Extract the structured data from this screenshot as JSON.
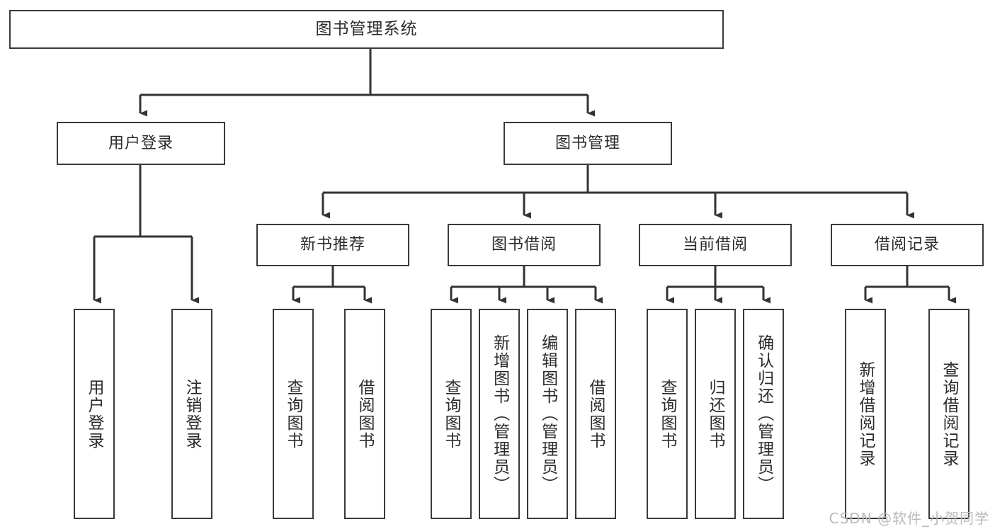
{
  "diagram": {
    "title": "图书管理系统",
    "type": "tree-hierarchy",
    "root": {
      "label": "图书管理系统"
    },
    "level2": [
      {
        "label": "用户登录"
      },
      {
        "label": "图书管理"
      }
    ],
    "level3": [
      {
        "label": "新书推荐"
      },
      {
        "label": "图书借阅"
      },
      {
        "label": "当前借阅"
      },
      {
        "label": "借阅记录"
      }
    ],
    "leaves": {
      "user_login": [
        {
          "label": "用户登录"
        },
        {
          "label": "注销登录"
        }
      ],
      "new_book_recommend": [
        {
          "label": "查询图书"
        },
        {
          "label": "借阅图书"
        }
      ],
      "book_borrow": [
        {
          "label": "查询图书"
        },
        {
          "label": "新增图书（管理员）"
        },
        {
          "label": "编辑图书（管理员）"
        },
        {
          "label": "借阅图书"
        }
      ],
      "current_borrow": [
        {
          "label": "查询图书"
        },
        {
          "label": "归还图书"
        },
        {
          "label": "确认归还（管理员）"
        }
      ],
      "borrow_record": [
        {
          "label": "新增借阅记录"
        },
        {
          "label": "查询借阅记录"
        }
      ]
    }
  },
  "watermark": {
    "text": "CSDN @软件_小贺同学"
  },
  "colors": {
    "box_border": "#3a3a3a",
    "box_fill": "#ffffff",
    "text": "#2b2b2b",
    "connector": "#333333",
    "watermark": "#b9b9b9",
    "page_bg": "#ffffff"
  }
}
